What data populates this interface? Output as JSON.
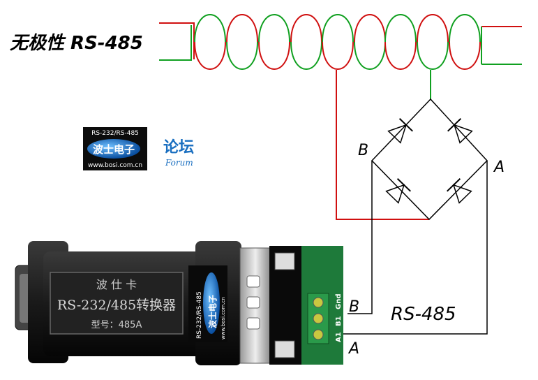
{
  "title": "无极性 RS-485",
  "bridge_labels": {
    "b": "B",
    "a": "A"
  },
  "bus_label": "RS-485",
  "terminal_labels": {
    "b": "B",
    "a": "A"
  },
  "logo": {
    "top_text": "RS-232/RS-485",
    "brand": "波士电子",
    "url": "www.bosi.com.cn",
    "forum_cn": "论坛",
    "forum_en": "Forum"
  },
  "device": {
    "line1": "波 仕 卡",
    "line2": "RS-232/485转换器",
    "line3": "型号：485A",
    "side_text": "RS-232/RS-485",
    "side_brand": "波士电子",
    "side_url": "www.bosi.com.cn",
    "terminal_pins": [
      "A1",
      "B1",
      "Gnd"
    ]
  },
  "colors": {
    "red": "#d01010",
    "green": "#10a020",
    "terminal_green": "#1e7a3a",
    "logo_blue": "#1a6fc0"
  }
}
